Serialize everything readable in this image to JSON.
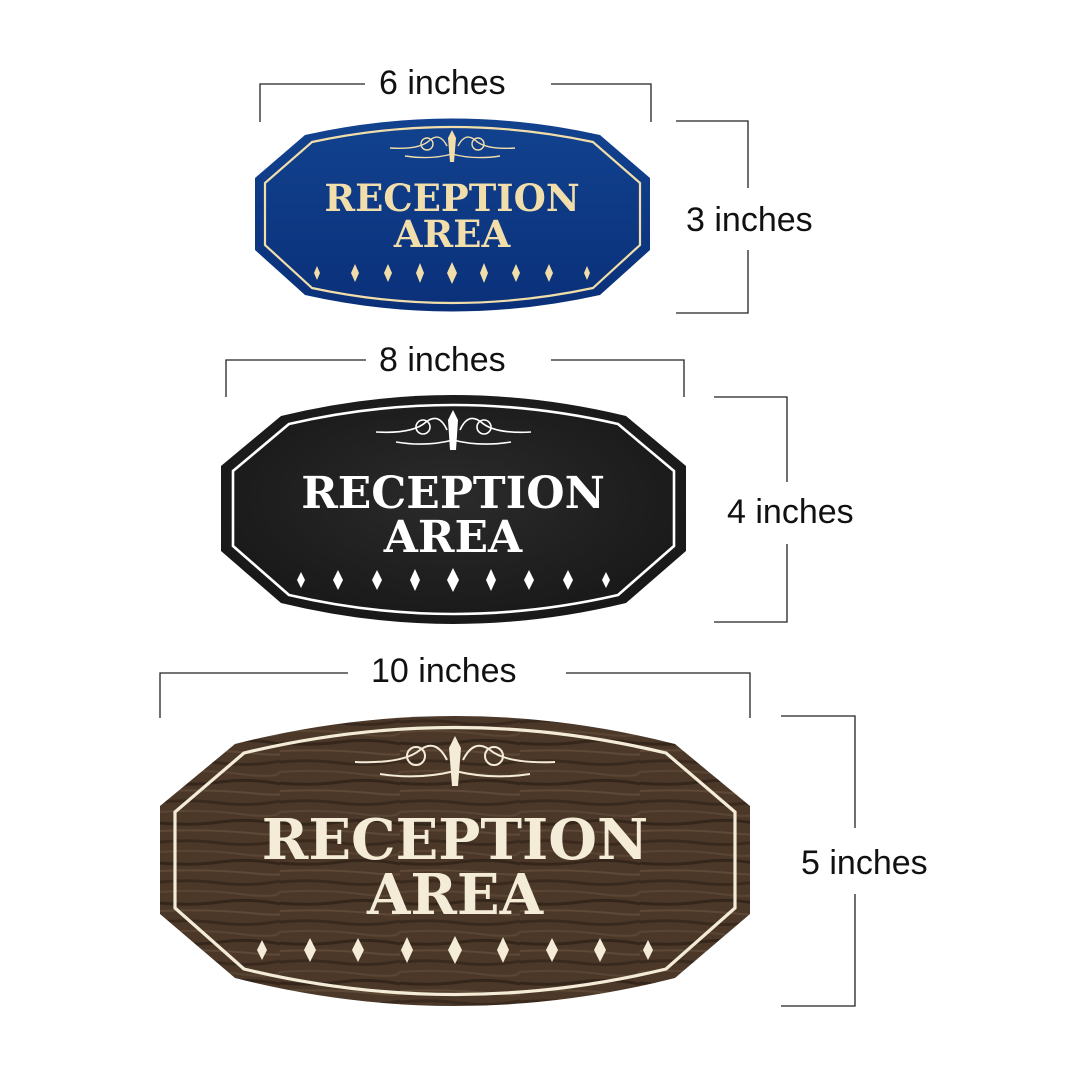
{
  "signs": [
    {
      "title_line1": "RECEPTION",
      "title_line2": "AREA",
      "width_label": "6 inches",
      "height_label": "3 inches",
      "finish": "blue",
      "background_color": "#0d3a85",
      "text_color": "#f1deaa"
    },
    {
      "title_line1": "RECEPTION",
      "title_line2": "AREA",
      "width_label": "8 inches",
      "height_label": "4 inches",
      "finish": "black",
      "background_color": "#1c1c1c",
      "text_color": "#ffffff"
    },
    {
      "title_line1": "RECEPTION",
      "title_line2": "AREA",
      "width_label": "10 inches",
      "height_label": "5 inches",
      "finish": "walnut wood",
      "background_color": "#4a382b",
      "text_color": "#f4ecd6"
    }
  ]
}
